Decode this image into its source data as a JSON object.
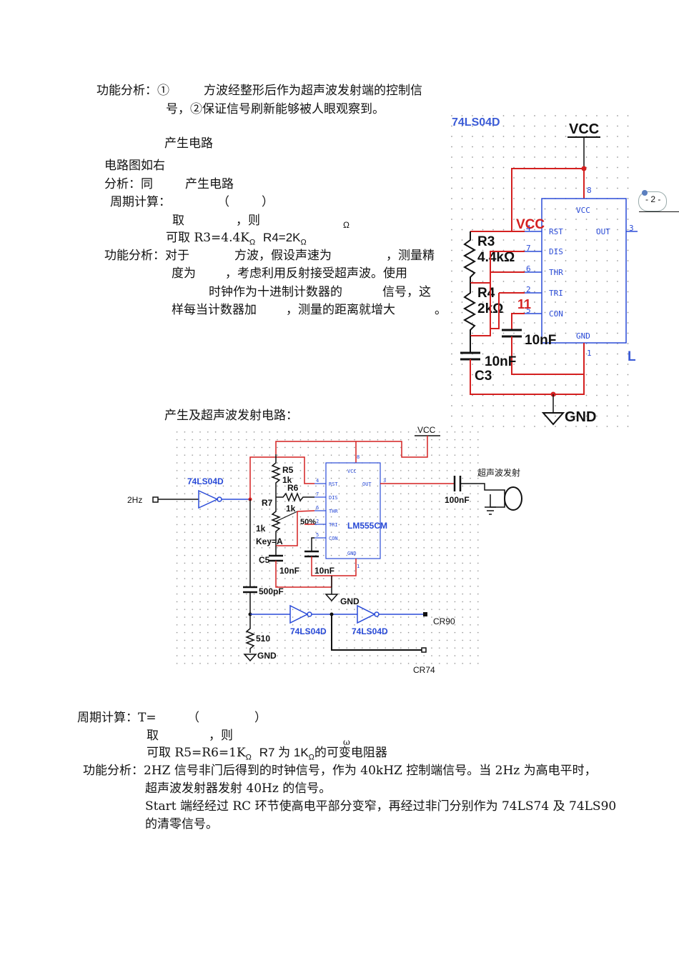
{
  "text": {
    "l1a": "功能分析：①",
    "l1b": "方波经整形后作为超声波发射端的控制信",
    "l2": "号，②保证信号刷新能够被人眼观察到。",
    "l3": "产生电路",
    "l4": "电路图如右",
    "l5a": "分析：同",
    "l5b": "产生电路",
    "l6a": "周期计算：",
    "l6b": "（",
    "l6c": "）",
    "l7a": "取",
    "l7b": "，则",
    "l7c": "Ω",
    "l8a": "可取 R3=4.4K",
    "l8b": "Ω",
    "l8c": "R4=2K",
    "l8d": "Ω",
    "l9a": "功能分析：对于",
    "l9b": "方波，假设声速为",
    "l9c": "，测量精",
    "l10a": "度为",
    "l10b": "，考虑利用反射接受超声波。使用",
    "l11a": "时钟作为十进制计数器的",
    "l11b": "信号，这",
    "l12a": "样每当计数器加",
    "l12b": "，测量的距离就增大",
    "l12c": "。",
    "l13": "产生及超声波发射电路：",
    "l14a": "周期计算：T=",
    "l14b": "（",
    "l14c": "）",
    "l15a": "取",
    "l15b": "，则",
    "l15c": "ω",
    "l16a": "可取 R5=R6=1K",
    "l16b": "Ω",
    "l16c": "R7 为 1K",
    "l16d": "Ω",
    "l16e": "的可变电阻器",
    "l17": "功能分析：2HZ 信号非门后得到的时钟信号，作为 40kHZ 控制端信号。当 2Hz 为高电平时，",
    "l18": "超声波发射器发射 40Hz 的信号。",
    "l19": "Start 端经经过 RC 环节使高电平部分变窄，再经过非门分别作为 74LS74 及 74LS90",
    "l20": "的清零信号。",
    "page_badge": "- 2 -"
  },
  "schematic1": {
    "title_fragment": "74LS04D",
    "vcc": "VCC",
    "gnd": "GND",
    "vcc_pin": "VCC",
    "r3_name": "R3",
    "r3_val": "4.4kΩ",
    "r4_name": "R4",
    "r4_val": "2kΩ",
    "c_val1": "10nF",
    "c_val2": "10nF",
    "c3_name": "C3",
    "net11": "11",
    "pins": [
      "RST",
      "DIS",
      "THR",
      "TRI",
      "CON",
      "GND",
      "VCC",
      "OUT"
    ],
    "pin_nums": [
      "8",
      "4",
      "7",
      "6",
      "2",
      "5",
      "1",
      "3"
    ],
    "edge_l": "L"
  },
  "schematic2": {
    "vcc": "VCC",
    "gnd1": "GND",
    "gnd2": "GND",
    "in_label": "2Hz",
    "inv1": "74LS04D",
    "inv2": "74LS04D",
    "inv3": "74LS04D",
    "r5": "R5",
    "r5v": "1k",
    "r6": "R6",
    "r6v": "1k",
    "r7": "R7",
    "r7v": "1k",
    "key": "Key=A",
    "pct": "50%",
    "c5": "C5",
    "c5v": "10nF",
    "c6v": "10nF",
    "c500": "500pF",
    "r510": "510",
    "chip": "LM555CM",
    "c100": "100nF",
    "tx": "超声波发射",
    "cr90": "CR90",
    "cr74": "CR74",
    "pins": [
      "RST",
      "DIS",
      "THR",
      "TRI",
      "CON",
      "GND",
      "VCC",
      "OUT"
    ],
    "pin_nums": [
      "8",
      "4",
      "7",
      "6",
      "2",
      "5",
      "1",
      "3"
    ]
  }
}
